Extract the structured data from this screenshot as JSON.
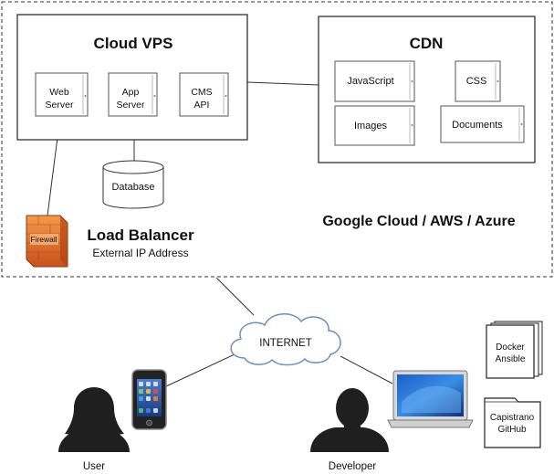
{
  "cloud": {
    "label": "Google Cloud / AWS / Azure",
    "vps": {
      "title": "Cloud VPS",
      "web_server": [
        "Web",
        "Server"
      ],
      "app_server": [
        "App",
        "Server"
      ],
      "cms_api": [
        "CMS",
        "API"
      ]
    },
    "database": "Database",
    "cdn": {
      "title": "CDN",
      "javascript": "JavaScript",
      "css": "CSS",
      "images": "Images",
      "documents": "Documents"
    },
    "firewall": "Firewall",
    "load_balancer": {
      "title": "Load Balancer",
      "subtitle": "External IP Address"
    }
  },
  "internet": "INTERNET",
  "user": "User",
  "developer": "Developer",
  "dev_tools": {
    "box1": [
      "Docker",
      "Ansible"
    ],
    "box2": [
      "Capistrano",
      "GitHub"
    ]
  }
}
